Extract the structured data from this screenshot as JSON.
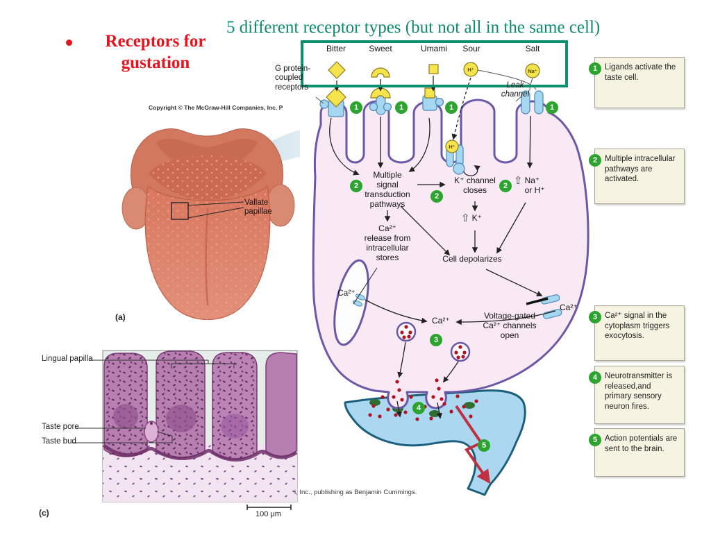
{
  "colors": {
    "accent_teal": "#0d8b70",
    "accent_red": "#e8131d",
    "badge_green": "#2ba52e",
    "cell_fill": "#f9e9f4",
    "cell_stroke": "#6a57a6",
    "neuron_fill": "#abd7f1",
    "neuron_stroke": "#1b5f7d",
    "ligand_yellow": "#f5e44c"
  },
  "slide": {
    "title": "5 different receptor types (but not all in the same cell)",
    "bullet": "Receptors for gustation"
  },
  "receptor_row": {
    "items": [
      {
        "name": "Bitter",
        "icon": "diamond"
      },
      {
        "name": "Sweet",
        "icon": "arch"
      },
      {
        "name": "Umami",
        "icon": "square"
      },
      {
        "name": "Sour",
        "icon": "circle-H"
      },
      {
        "name": "Salt",
        "icon": "circle-Na"
      }
    ],
    "sour_ion": "H⁺",
    "salt_ion": "Na⁺"
  },
  "cell": {
    "g_protein": "G protein-\ncoupled\nreceptors",
    "leak_channel": "Leak\nchannel",
    "multiple_signal": "Multiple\nsignal\ntransduction\npathways",
    "k_channel_closes": "K⁺ channel\ncloses",
    "up_arrow": "⇧",
    "na_or_h": "Na⁺\nor H⁺",
    "k_up": "K⁺",
    "ca_release": "Ca²⁺\nrelease from\nintracellular\nstores",
    "cell_depolarizes": "Cell depolarizes",
    "ca_er": "Ca²⁺",
    "ca_center": "Ca²⁺",
    "ca_outside": "Ca²⁺",
    "voltage_gated": "Voltage-gated\nCa²⁺ channels\nopen",
    "h_ion": "H⁺"
  },
  "badges": {
    "b1": "1",
    "b2": "2",
    "b3": "3",
    "b4": "4",
    "b5": "5"
  },
  "steps": [
    {
      "n": "1",
      "text": "Ligands activate the taste cell."
    },
    {
      "n": "2",
      "text": "Multiple intracellular pathways are activated."
    },
    {
      "n": "3",
      "text": "Ca²⁺ signal in the cytoplasm triggers exocytosis."
    },
    {
      "n": "4",
      "text": "Neurotransmitter is released,and primary sensory neuron fires."
    },
    {
      "n": "5",
      "text": "Action potentials are sent to the brain."
    }
  ],
  "tongue": {
    "label": "Vallate\npapillae",
    "fig": "(a)",
    "copyright": "Copyright © The McGraw-Hill Companies, Inc. P"
  },
  "histology": {
    "labels": [
      "Lingual papilla",
      "Taste pore",
      "Taste bud"
    ],
    "fig": "(c)",
    "scale": "100 μm"
  },
  "footer": "i, Inc., publishing as Benjamin Cummings."
}
